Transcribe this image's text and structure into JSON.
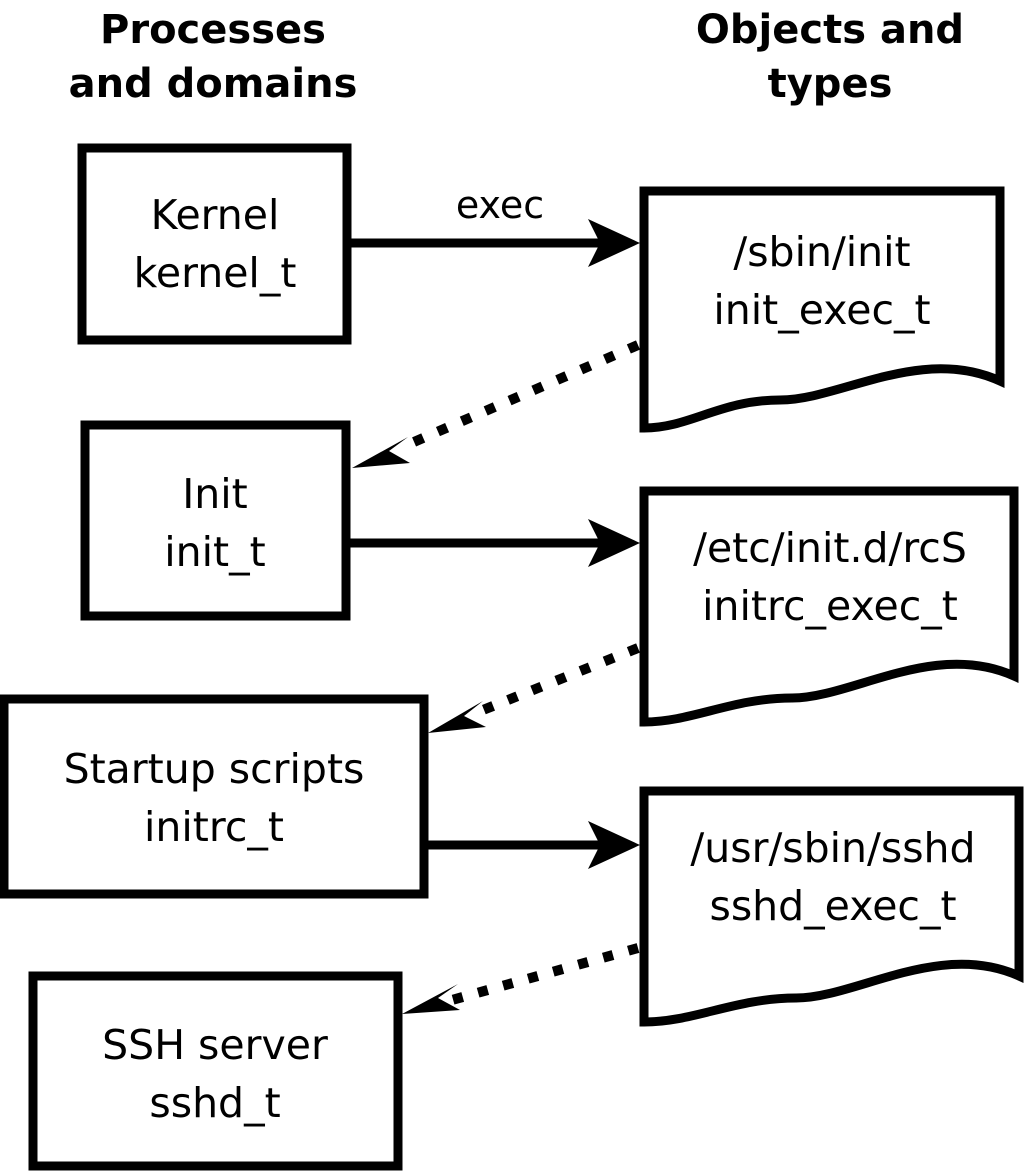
{
  "diagram": {
    "title_columns": {
      "left": "Processes\nand domains",
      "left_line1": "Processes",
      "left_line2": "and domains",
      "right_line1": "Objects and",
      "right_line2": "types"
    },
    "colors": {
      "stroke": "#000000",
      "fill": "#ffffff",
      "text": "#000000"
    },
    "process_nodes": [
      {
        "id": "kernel",
        "line1": "Kernel",
        "line2": "kernel_t"
      },
      {
        "id": "init",
        "line1": "Init",
        "line2": "init_t"
      },
      {
        "id": "initrc",
        "line1": "Startup scripts",
        "line2": "initrc_t"
      },
      {
        "id": "sshd",
        "line1": "SSH server",
        "line2": "sshd_t"
      }
    ],
    "object_nodes": [
      {
        "id": "init_exec",
        "line1": "/sbin/init",
        "line2": "init_exec_t"
      },
      {
        "id": "initrc_exec",
        "line1": "/etc/init.d/rcS",
        "line2": "initrc_exec_t"
      },
      {
        "id": "sshd_exec",
        "line1": "/usr/sbin/sshd",
        "line2": "sshd_exec_t"
      }
    ],
    "edges": [
      {
        "id": "kernel-exec-init_exec",
        "from": "kernel",
        "to": "init_exec",
        "style": "solid",
        "label": "exec"
      },
      {
        "id": "init_exec-transition-init",
        "from": "init_exec",
        "to": "init",
        "style": "dotted",
        "label": ""
      },
      {
        "id": "init-exec-initrc_exec",
        "from": "init",
        "to": "initrc_exec",
        "style": "solid",
        "label": ""
      },
      {
        "id": "initrc_exec-transition-initrc",
        "from": "initrc_exec",
        "to": "initrc",
        "style": "dotted",
        "label": ""
      },
      {
        "id": "initrc-exec-sshd_exec",
        "from": "initrc",
        "to": "sshd_exec",
        "style": "solid",
        "label": ""
      },
      {
        "id": "sshd_exec-transition-sshd",
        "from": "sshd_exec",
        "to": "sshd",
        "style": "dotted",
        "label": ""
      }
    ]
  }
}
